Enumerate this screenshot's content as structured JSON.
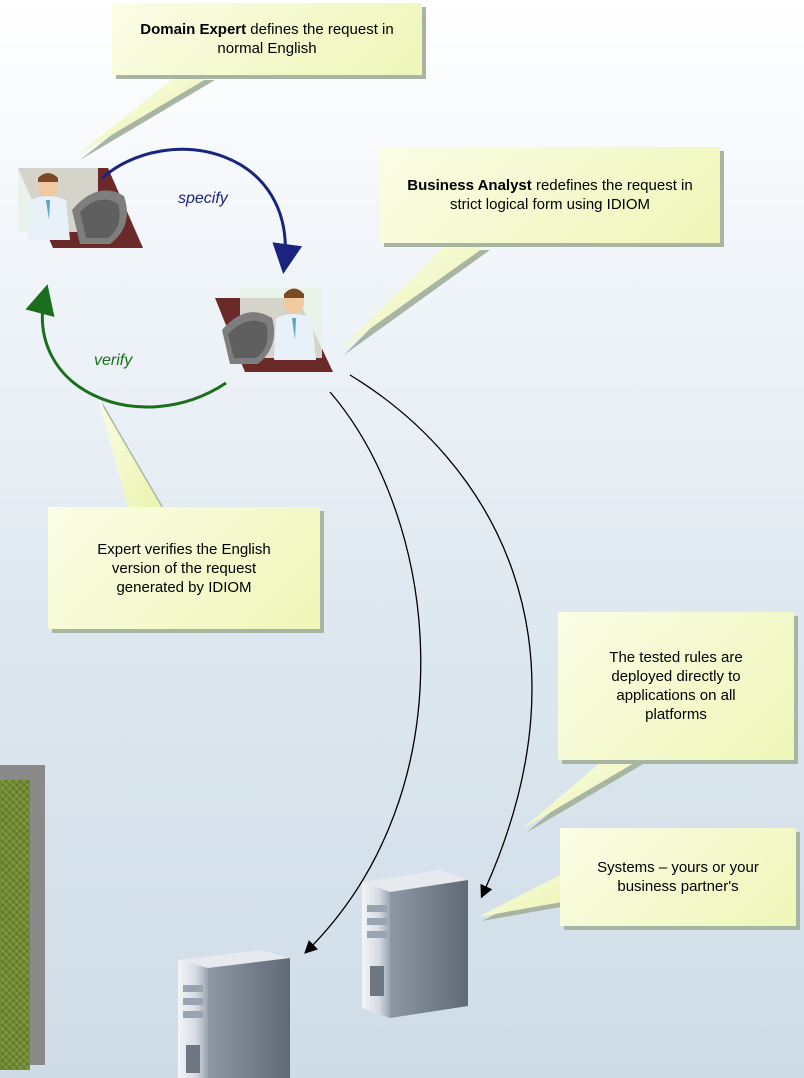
{
  "callouts": {
    "domain_expert": {
      "bold": "Domain Expert",
      "text": " defines the request in normal English"
    },
    "business_analyst": {
      "bold": "Business Analyst",
      "text": " redefines the request in strict logical form using IDIOM"
    },
    "expert_verifies": {
      "text": "Expert verifies the English version of the request generated by IDIOM"
    },
    "tested_rules": {
      "text": "The tested rules are deployed directly to applications on all platforms"
    },
    "systems": {
      "text": "Systems – yours or your business partner's"
    }
  },
  "edges": {
    "specify": "specify",
    "verify": "verify"
  },
  "colors": {
    "specify_arrow": "#1a237e",
    "verify_arrow": "#1b6e1b",
    "deploy_arrow": "#000000",
    "callout_fill": "#f2f8c6",
    "callout_shadow": "#a9b5a3"
  },
  "icons": {
    "domain_expert": "person-at-computer-icon",
    "business_analyst": "person-at-computer-icon",
    "server_left": "server-tower-icon",
    "server_right": "server-tower-icon"
  }
}
